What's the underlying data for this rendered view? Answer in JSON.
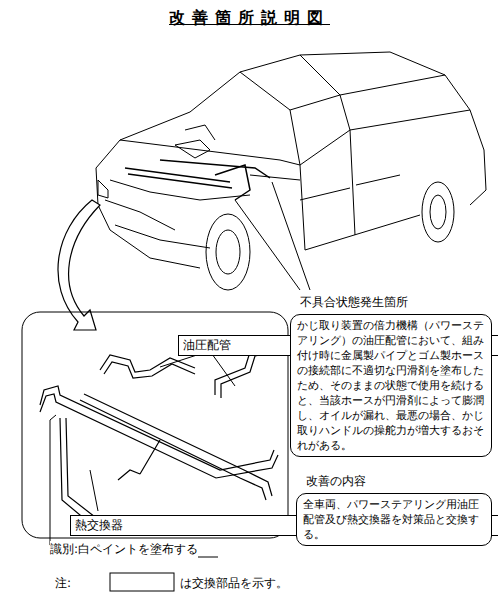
{
  "diagram": {
    "title": "改善箇所説明図",
    "nodes": [
      {
        "text": [
          "油圧配管"
        ]
      },
      {
        "text": [
          "熱交換器"
        ]
      },
      {
        "text": [
          "不具合状態発生箇所",
          "かじ取り装置の倍力機構（パワーステアリング）の油圧配管において、組み付け時に金属製パイプとゴム製ホースの接続部に不適切な円滑剤を塗布したため、そのままの状態で使用を続けると、当該ホースが円滑剤によって膨潤し、オイルが漏れ、最悪の場合、かじ取りハンドルの操舵力が増大するおそれがある。"
        ]
      },
      {
        "text": [
          "改善の内容",
          "全車両、パワーステアリング用油圧配管及び熱交換器を対策品と交換する。"
        ]
      }
    ],
    "labels": [
      "識別:白ペイントを塗布する",
      "注:"
    ],
    "legend": [
      {
        "text": "は交換部品を示す。"
      }
    ]
  }
}
